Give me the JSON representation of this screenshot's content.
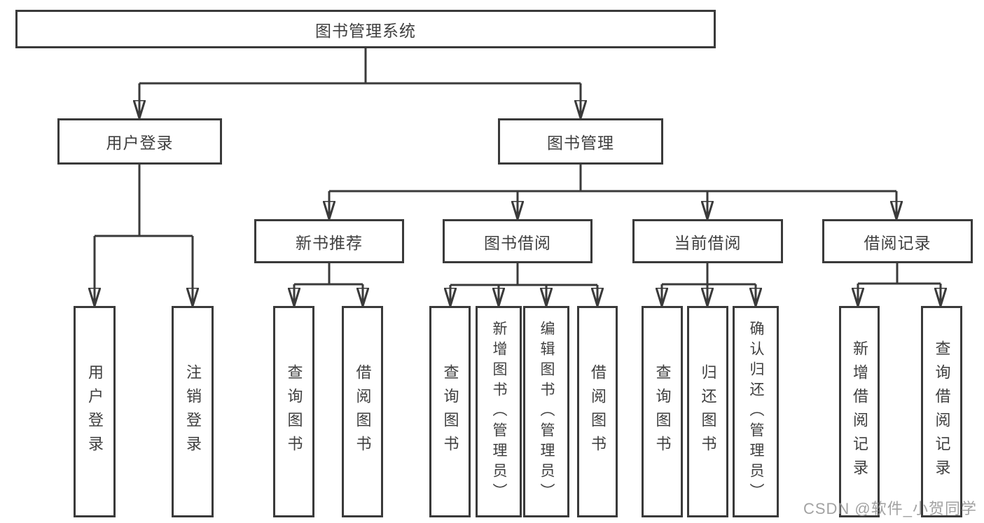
{
  "diagram_title": "图书管理系统",
  "tree": {
    "label": "图书管理系统",
    "children": [
      {
        "label": "用户登录",
        "children": [
          {
            "label": "用户登录"
          },
          {
            "label": "注销登录"
          }
        ]
      },
      {
        "label": "图书管理",
        "children": [
          {
            "label": "新书推荐",
            "children": [
              {
                "label": "查询图书"
              },
              {
                "label": "借阅图书"
              }
            ]
          },
          {
            "label": "图书借阅",
            "children": [
              {
                "label": "查询图书"
              },
              {
                "label": "新增图书（管理员）"
              },
              {
                "label": "编辑图书（管理员）"
              },
              {
                "label": "借阅图书"
              }
            ]
          },
          {
            "label": "当前借阅",
            "children": [
              {
                "label": "查询图书"
              },
              {
                "label": "归还图书"
              },
              {
                "label": "确认归还（管理员）"
              }
            ]
          },
          {
            "label": "借阅记录",
            "children": [
              {
                "label": "新增借阅记录"
              },
              {
                "label": "查询借阅记录"
              }
            ]
          }
        ]
      }
    ]
  },
  "watermark": {
    "text": "CSDN @软件_小贺同学"
  },
  "colors": {
    "background": "#ffffff",
    "box_border": "#3a3a3a",
    "connector": "#3a3a3a",
    "text": "#3f3f3f",
    "watermark": "#989898"
  }
}
